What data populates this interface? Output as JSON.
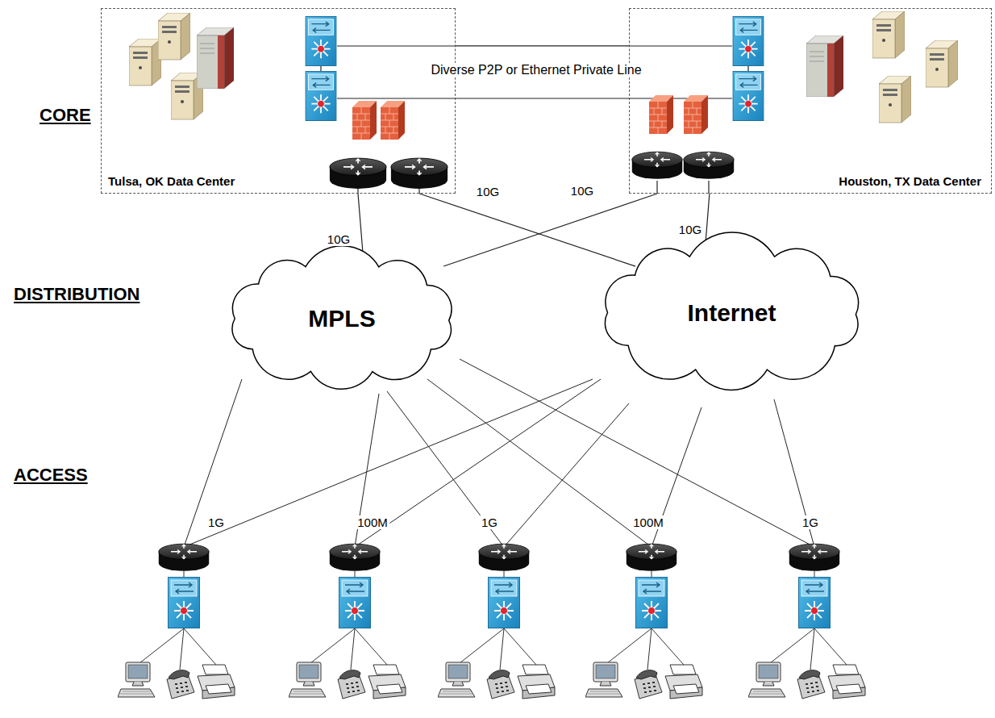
{
  "diagram": {
    "nodes": [
      {
        "text": [
          "Tulsa, OK Data Center"
        ]
      },
      {
        "text": [
          "Houston, TX Data Center"
        ]
      },
      {
        "text": [
          "MPLS"
        ]
      },
      {
        "text": [
          "Internet"
        ]
      }
    ],
    "edges": [
      {
        "from": 0,
        "to": 1,
        "arrow": "none",
        "label": "Diverse P2P or Ethernet Private Line"
      },
      {
        "from": 0,
        "to": 1,
        "arrow": "none"
      },
      {
        "from": 0,
        "to": 2,
        "arrow": "none",
        "label": "10G"
      },
      {
        "from": 0,
        "to": 3,
        "arrow": "none",
        "label": "10G"
      },
      {
        "from": 1,
        "to": 2,
        "arrow": "none",
        "label": "10G"
      },
      {
        "from": 1,
        "to": 3,
        "arrow": "none",
        "label": "10G"
      }
    ],
    "labels": [
      "CORE",
      "DISTRIBUTION",
      "ACCESS",
      "1G",
      "100M",
      "1G",
      "100M",
      "1G"
    ]
  }
}
